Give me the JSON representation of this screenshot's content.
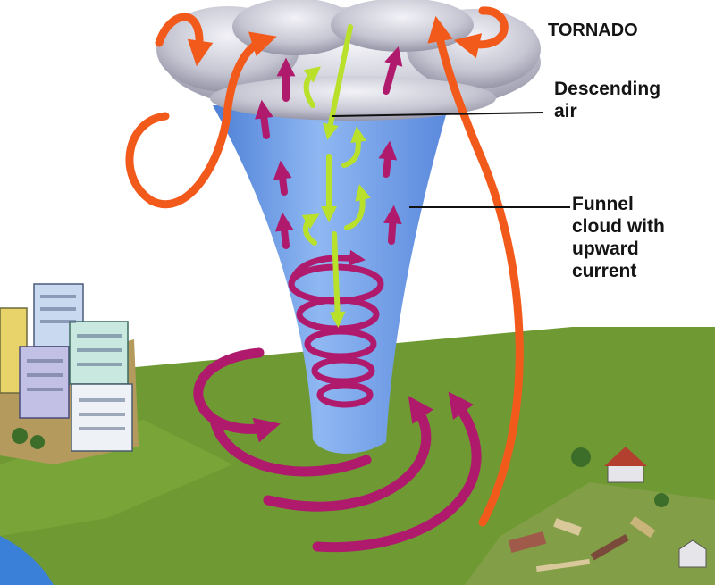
{
  "title": "TORNADO",
  "labels": {
    "descending_air": "Descending\nair",
    "funnel_cloud": "Funnel\ncloud with\nupward\ncurrent"
  },
  "colors": {
    "sky": "#ffffff",
    "ground": "#6f9a33",
    "funnel": "#6f9de6",
    "cloud": "#c9c9d6",
    "updraft_arrow": "#f25a1c",
    "rising_arrow": "#b01a6d",
    "descending_arrow": "#b9e02a",
    "water": "#3a7fd8",
    "leader_line": "#111111"
  }
}
